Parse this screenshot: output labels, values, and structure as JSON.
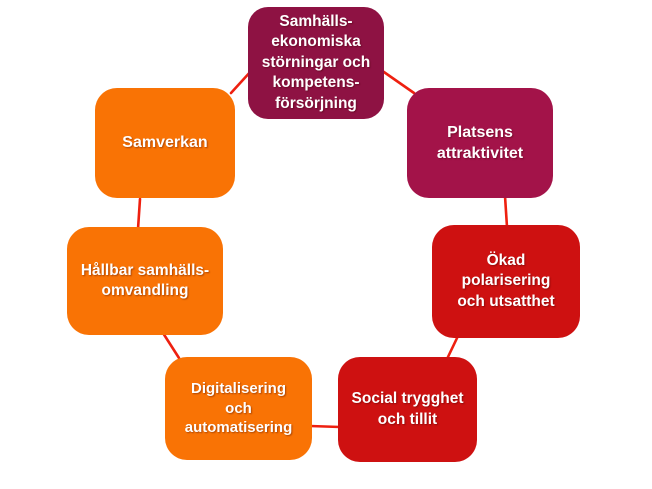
{
  "diagram": {
    "type": "cycle-diagram",
    "background": "#ffffff",
    "connector_color": "#EE2010",
    "palette": {
      "maroon": "#8E1243",
      "crimson": "#A31349",
      "red": "#CE1111",
      "orange": "#F97305",
      "text": "#ffffff"
    },
    "nodes": [
      {
        "id": "samhallsekonomiska-storningar",
        "label": "Samhälls-\nekonomiska\nstörningar och\nkompetens-\nförsörjning",
        "color": "#8E1243",
        "text_color": "#ffffff"
      },
      {
        "id": "platsens-attraktivitet",
        "label": "Platsens\nattraktivitet",
        "color": "#A31349",
        "text_color": "#ffffff"
      },
      {
        "id": "okad-polarisering-och-utsatthet",
        "label": "Ökad\npolarisering\noch utsatthet",
        "color": "#CE1111",
        "text_color": "#ffffff"
      },
      {
        "id": "social-trygghet-och-tillit",
        "label": "Social trygghet\noch tillit",
        "color": "#CE1111",
        "text_color": "#ffffff"
      },
      {
        "id": "digitalisering-och-automatisering",
        "label": "Digitalisering\noch\nautomatisering",
        "color": "#F97305",
        "text_color": "#ffffff"
      },
      {
        "id": "hallbar-samhallsomvandling",
        "label": "Hållbar samhälls-\nomvandling",
        "color": "#F97305",
        "text_color": "#ffffff"
      },
      {
        "id": "samverkan",
        "label": "Samverkan",
        "color": "#F97305",
        "text_color": "#ffffff"
      }
    ],
    "connections": [
      {
        "from": "samverkan",
        "to": "samhallsekonomiska-storningar"
      },
      {
        "from": "samhallsekonomiska-storningar",
        "to": "platsens-attraktivitet"
      },
      {
        "from": "platsens-attraktivitet",
        "to": "okad-polarisering-och-utsatthet"
      },
      {
        "from": "okad-polarisering-och-utsatthet",
        "to": "social-trygghet-och-tillit"
      },
      {
        "from": "social-trygghet-och-tillit",
        "to": "digitalisering-och-automatisering"
      },
      {
        "from": "digitalisering-och-automatisering",
        "to": "hallbar-samhallsomvandling"
      },
      {
        "from": "hallbar-samhallsomvandling",
        "to": "samverkan"
      }
    ]
  }
}
